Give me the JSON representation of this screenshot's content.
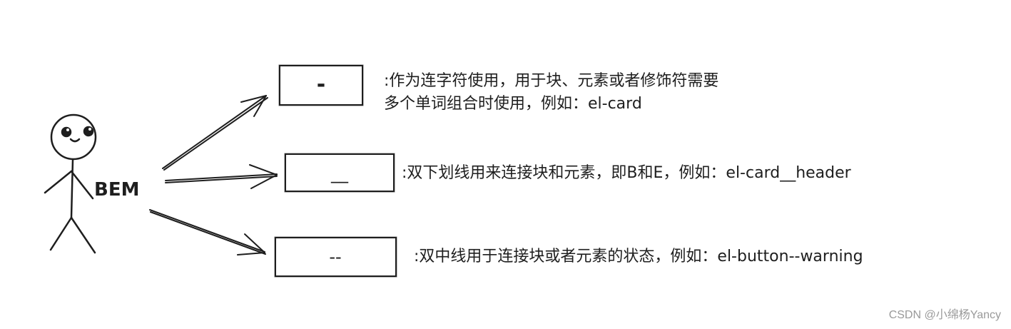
{
  "figure": {
    "actor_label": "BEM",
    "rows": [
      {
        "symbol": "-",
        "lines": [
          ":作为连字符使用，用于块、元素或者修饰符需要",
          "多个单词组合时使用，例如：el-card"
        ]
      },
      {
        "symbol": "__",
        "lines": [
          ":双下划线用来连接块和元素，即B和E，例如：el-card__header"
        ]
      },
      {
        "symbol": "--",
        "lines": [
          ":双中线用于连接块或者元素的状态，例如：el-button--warning"
        ]
      }
    ]
  },
  "watermark": "CSDN @小绵杨Yancy",
  "colors": {
    "stroke": "#1e1e1e",
    "watermark": "#9a9a9a"
  }
}
